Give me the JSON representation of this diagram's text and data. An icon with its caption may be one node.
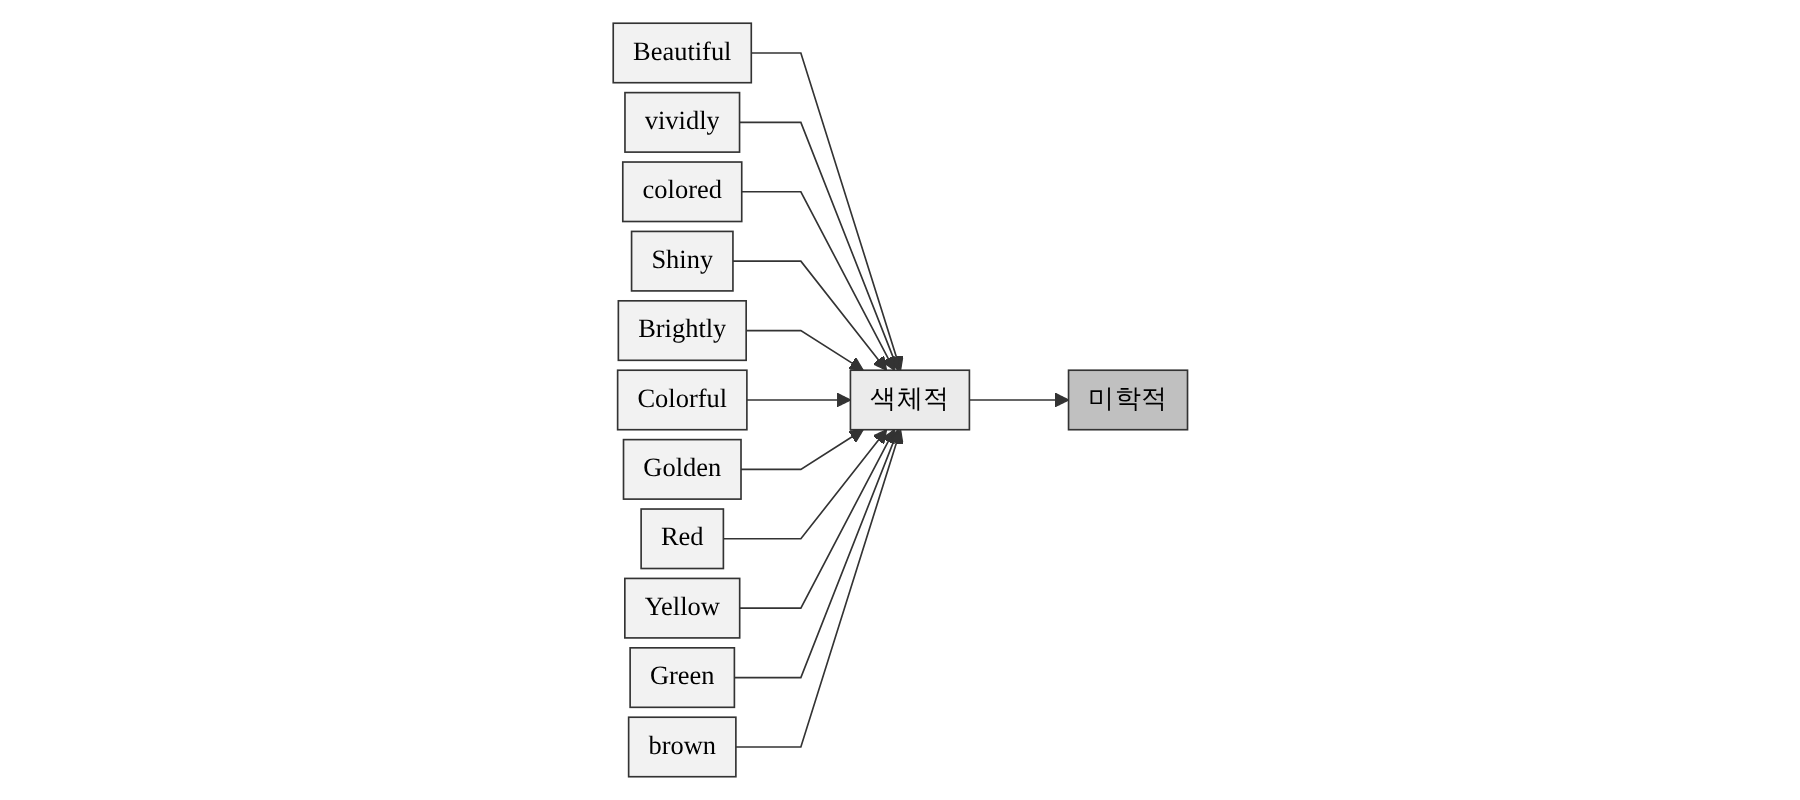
{
  "diagram": {
    "nodes": [
      {
        "text": [
          "Beautiful"
        ]
      },
      {
        "text": [
          "vividly"
        ]
      },
      {
        "text": [
          "colored"
        ]
      },
      {
        "text": [
          "Shiny"
        ]
      },
      {
        "text": [
          "Brightly"
        ]
      },
      {
        "text": [
          "Colorful"
        ]
      },
      {
        "text": [
          "Golden"
        ]
      },
      {
        "text": [
          "Red"
        ]
      },
      {
        "text": [
          "Yellow"
        ]
      },
      {
        "text": [
          "Green"
        ]
      },
      {
        "text": [
          "brown"
        ]
      },
      {
        "text": [
          "색체적"
        ]
      },
      {
        "text": [
          "미학적"
        ]
      }
    ],
    "edges": [
      {
        "from": 0,
        "to": 11,
        "arrow": "to"
      },
      {
        "from": 1,
        "to": 11,
        "arrow": "to"
      },
      {
        "from": 2,
        "to": 11,
        "arrow": "to"
      },
      {
        "from": 3,
        "to": 11,
        "arrow": "to"
      },
      {
        "from": 4,
        "to": 11,
        "arrow": "to"
      },
      {
        "from": 5,
        "to": 11,
        "arrow": "to"
      },
      {
        "from": 6,
        "to": 11,
        "arrow": "to"
      },
      {
        "from": 7,
        "to": 11,
        "arrow": "to"
      },
      {
        "from": 8,
        "to": 11,
        "arrow": "to"
      },
      {
        "from": 9,
        "to": 11,
        "arrow": "to"
      },
      {
        "from": 10,
        "to": 11,
        "arrow": "to"
      },
      {
        "from": 11,
        "to": 12,
        "arrow": "to"
      }
    ]
  }
}
